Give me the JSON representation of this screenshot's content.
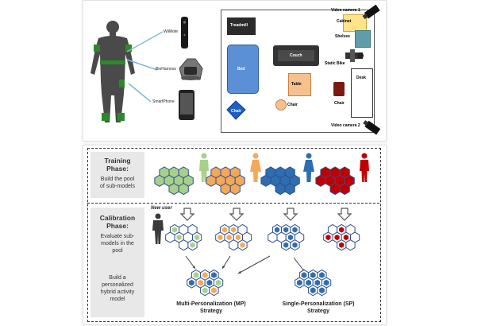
{
  "sensors": {
    "wiimote": "WiiMote",
    "bioharness": "BioHarness",
    "smartphone": "SmartPhone"
  },
  "room": {
    "treadmill": "Treadmill",
    "bed": "Bed",
    "couch": "Couch",
    "table": "Table",
    "chair_center": "Chair",
    "chair_right": "Chair",
    "chair_blue": "Chair",
    "cabinet": "Cabinet",
    "shelves": "Shelves",
    "static_bike": "Static Bike",
    "desk": "Desk",
    "camera1": "Video camera 1",
    "camera2": "Video camera 2"
  },
  "training": {
    "title_1": "Training",
    "title_2": "Phase:",
    "desc_1": "Build the pool",
    "desc_2": "of sub-models"
  },
  "calibration": {
    "title_1": "Calibration",
    "title_2": "Phase:",
    "desc_1": "Evaluate sub-",
    "desc_2": "models in the",
    "desc_3": "pool",
    "desc_4": "Build a",
    "desc_5": "personalized",
    "desc_6": "hybrid activity",
    "desc_7": "model",
    "new_user": "New user"
  },
  "strategies": {
    "mp_1": "Multi-Personalization (MP)",
    "mp_2": "Strategy",
    "sp_1": "Single-Personalization (SP)",
    "sp_2": "Strategy"
  },
  "colors": {
    "green": "#a8d08d",
    "orange": "#f4a95a",
    "blue": "#2e6eb0",
    "red": "#c00000",
    "hex_outline": "#2f4f8a",
    "bed": "#5b8fd6",
    "table": "#f7c08f",
    "cabinet": "#fde38a",
    "shelves": "#5f9ea8",
    "bg_phase": "#e8e8e8"
  }
}
